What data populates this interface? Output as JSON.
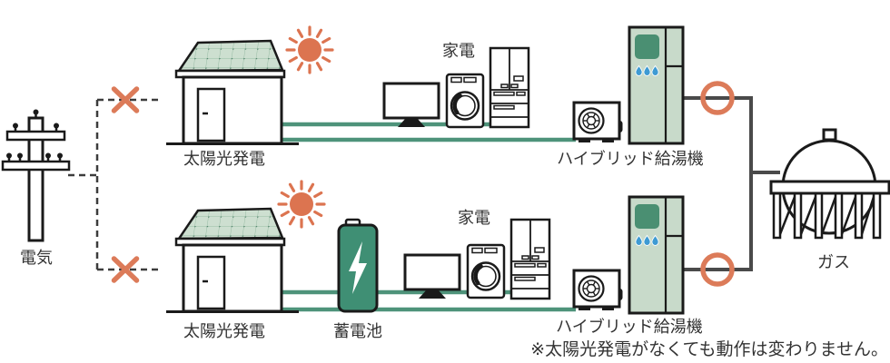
{
  "diagram": {
    "labels": {
      "electricity": "電気",
      "solar": "太陽光発電",
      "appliances": "家電",
      "water_heater": "ハイブリッド給湯機",
      "battery": "蓄電池",
      "gas": "ガス"
    },
    "footnote": "※太陽光発電がなくても動作は変わりません。",
    "colors": {
      "energy_line_green": "#4E937A",
      "battery_green": "#3F8F74",
      "heater_panel_green": "#4A8F72",
      "unit_body_green": "#C8DACA",
      "solar_panel_green": "#CDDFD0",
      "accent_orange": "#DC7B59",
      "flame_blue": "#3E9AD3",
      "connector_gray": "#4A4A4A",
      "outline": "#1A1A1A",
      "text": "#333333"
    }
  }
}
